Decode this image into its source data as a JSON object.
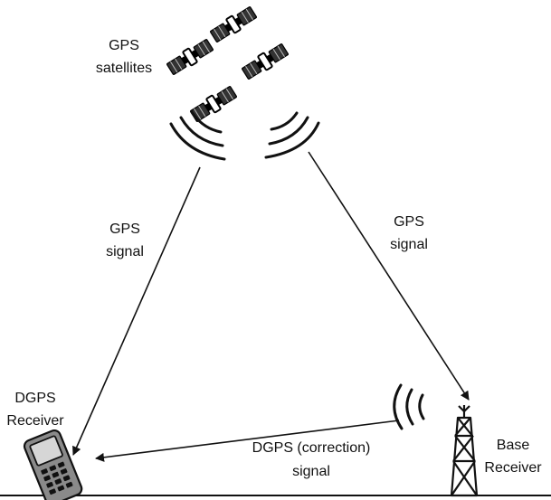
{
  "labels": {
    "satellites_line1": "GPS",
    "satellites_line2": "satellites",
    "left_signal_line1": "GPS",
    "left_signal_line2": "signal",
    "right_signal_line1": "GPS",
    "right_signal_line2": "signal",
    "receiver_line1": "DGPS",
    "receiver_line2": "Receiver",
    "correction_line1": "DGPS (correction)",
    "correction_line2": "signal",
    "base_line1": "Base",
    "base_line2": "Receiver"
  },
  "icons": {
    "satellite": "satellite-icon",
    "signal_waves": "signal-waves-icon",
    "receiver": "handheld-receiver-icon",
    "tower": "antenna-tower-icon"
  },
  "colors": {
    "ink": "#111111",
    "background": "#ffffff",
    "device_fill": "#8a8a8a",
    "screen_fill": "#d6d6d6"
  }
}
